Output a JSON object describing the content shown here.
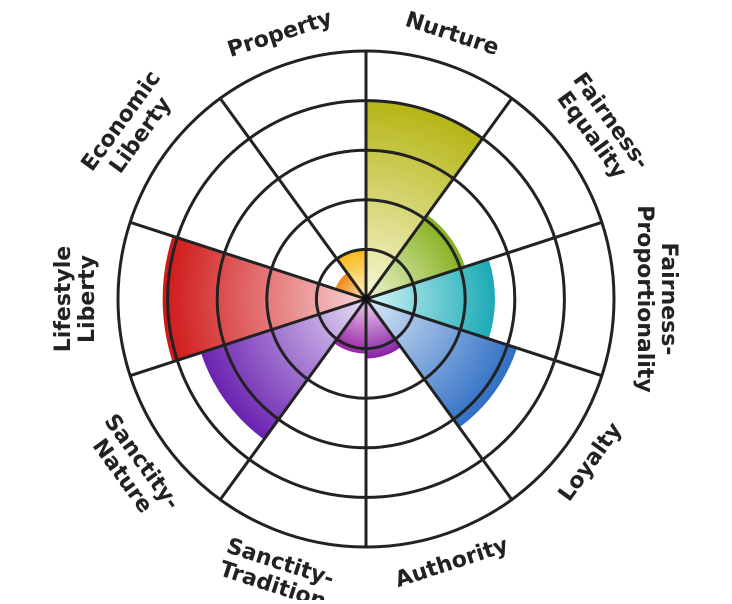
{
  "chart_data": {
    "type": "polar-area",
    "title": "",
    "rmax": 5,
    "rings": [
      1,
      2,
      3,
      4
    ],
    "grid": true,
    "categories": [
      {
        "name": "Nurture",
        "lines": [
          "Nurture"
        ],
        "value": 4.0,
        "color": "#b5b514",
        "light": "#f8f7d8"
      },
      {
        "name": "Fairness-Equality",
        "lines": [
          "Fairness-",
          "Equality"
        ],
        "value": 2.1,
        "color": "#86b01e",
        "light": "#eef6d5"
      },
      {
        "name": "Fairness-Proportionality",
        "lines": [
          "Fairness-",
          "Proportionality"
        ],
        "value": 2.6,
        "color": "#1aaab5",
        "light": "#d5f6f8"
      },
      {
        "name": "Loyalty",
        "lines": [
          "Loyalty"
        ],
        "value": 3.2,
        "color": "#2f6fc4",
        "light": "#dbe8f8"
      },
      {
        "name": "Authority",
        "lines": [
          "Authority"
        ],
        "value": 1.2,
        "color": "#8a22a8",
        "light": "#f0d6f2"
      },
      {
        "name": "Sanctity-Tradition",
        "lines": [
          "Sanctity-",
          "Tradition"
        ],
        "value": 1.1,
        "color": "#9a24a6",
        "light": "#ecd0ef"
      },
      {
        "name": "Sanctity-Nature",
        "lines": [
          "Sanctity-",
          "Nature"
        ],
        "value": 3.5,
        "color": "#6a22b0",
        "light": "#e6dcf6"
      },
      {
        "name": "Lifestyle Liberty",
        "lines": [
          "Lifestyle",
          "Liberty"
        ],
        "value": 4.1,
        "color": "#d01818",
        "light": "#f8d4d4"
      },
      {
        "name": "Economic Liberty",
        "lines": [
          "Economic",
          "Liberty"
        ],
        "value": 0.65,
        "color": "#f08a10",
        "light": "#fde2c0"
      },
      {
        "name": "Property",
        "lines": [
          "Property"
        ],
        "value": 1.0,
        "color": "#f8b818",
        "light": "#fff4d0"
      }
    ]
  }
}
